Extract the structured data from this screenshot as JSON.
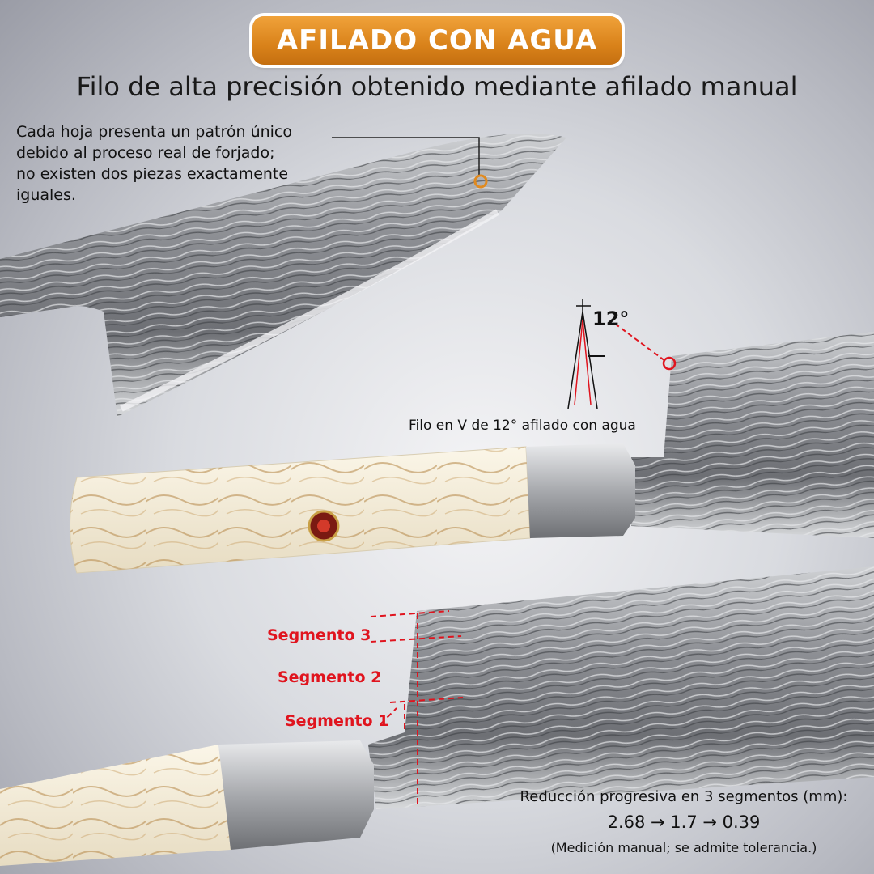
{
  "header": {
    "badge": "AFILADO CON AGUA",
    "subtitle": "Filo de alta precisión obtenido mediante afilado manual"
  },
  "note": {
    "lines": [
      "Cada hoja presenta un patrón único",
      "debido al proceso real de forjado;",
      "no existen dos piezas exactamente",
      "iguales."
    ]
  },
  "angle": {
    "degrees": "12°",
    "label": "Filo en V de 12° afilado con agua"
  },
  "segments": {
    "s3": "Segmento 3",
    "s2": "Segmento 2",
    "s1": "Segmento 1"
  },
  "reduction": {
    "title": "Reducción progresiva en 3 segmentos (mm):",
    "values": "2.68 → 1.7 → 0.39",
    "footnote": "(Medición manual; se admite tolerancia.)"
  },
  "colors": {
    "accent_orange": "#e08a20",
    "annotation_red": "#e0141e"
  }
}
